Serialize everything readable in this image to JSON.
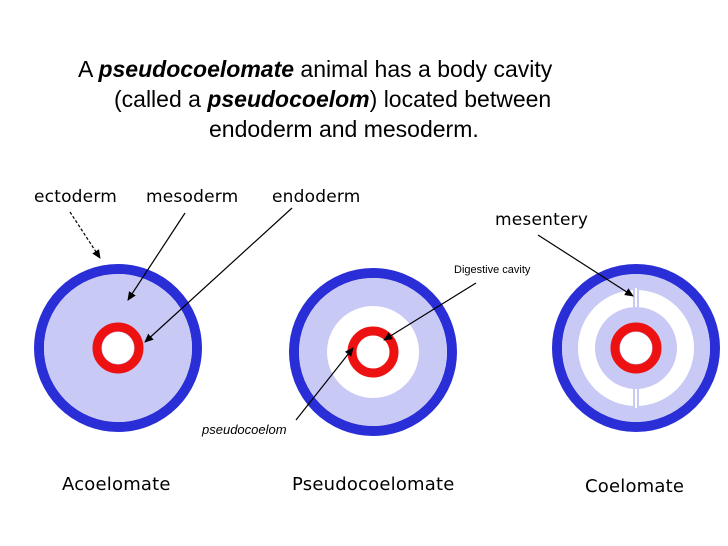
{
  "heading": {
    "line1_prefix": "A ",
    "line1_bold": "pseudocoelomate",
    "line1_suffix": " animal has a body cavity",
    "line2_prefix": "(called a ",
    "line2_bold": "pseudocoelom",
    "line2_suffix": ") located between",
    "line3": "endoderm and mesoderm."
  },
  "labels": {
    "ectoderm": "ectoderm",
    "mesoderm": "mesoderm",
    "endoderm": "endoderm",
    "mesentery": "mesentery",
    "digestive_cavity": "Digestive cavity",
    "pseudocoelom": "pseudocoelom"
  },
  "captions": {
    "acoelomate": "Acoelomate",
    "pseudocoelomate": "Pseudocoelomate",
    "coelomate": "Coelomate"
  },
  "colors": {
    "ectoderm": "#2a2ed6",
    "mesoderm": "#c8c9f5",
    "endoderm": "#ee1111",
    "cavity": "#ffffff"
  }
}
